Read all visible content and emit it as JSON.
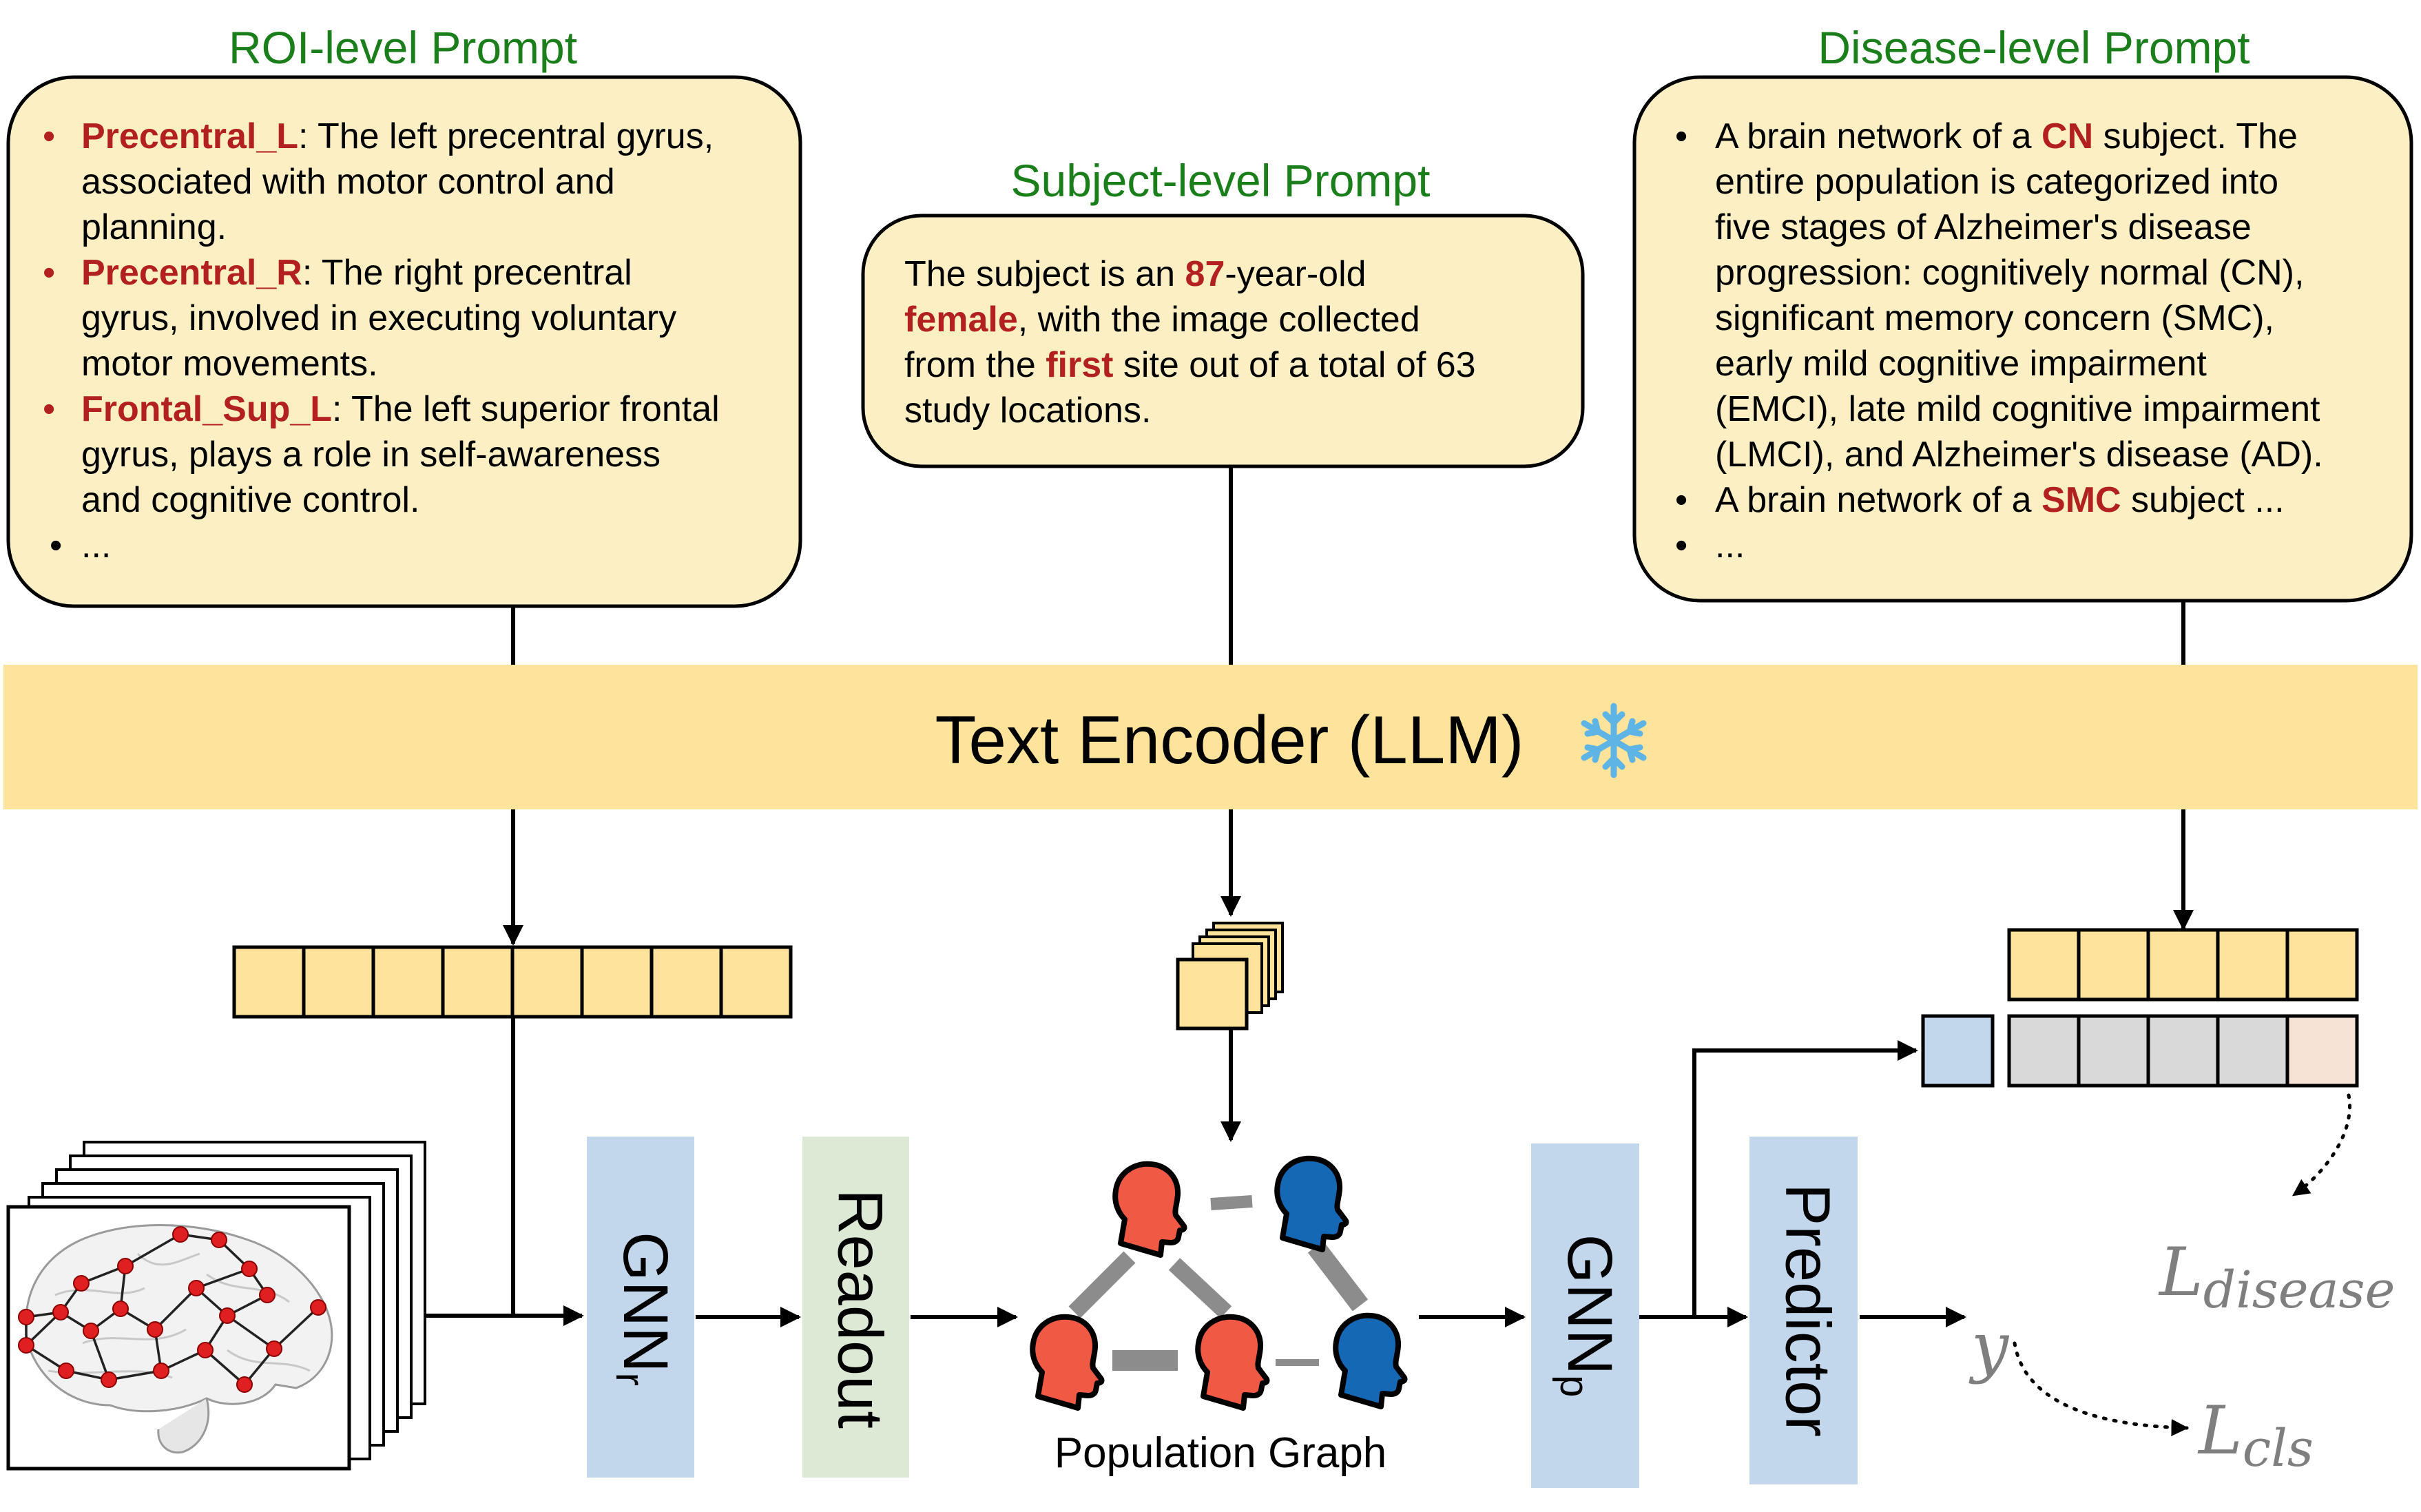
{
  "prompts": {
    "roi": {
      "title": "ROI-level Prompt",
      "items": [
        {
          "keyword": "Precentral_L",
          "rest": ": The left precentral gyrus,",
          "lines": [
            "associated with motor control and",
            "planning."
          ]
        },
        {
          "keyword": "Precentral_R",
          "rest": ": The right precentral",
          "lines": [
            "gyrus, involved in executing voluntary",
            "motor movements."
          ]
        },
        {
          "keyword": "Frontal_Sup_L",
          "rest": ": The left superior frontal",
          "lines": [
            "gyrus, plays a role in self-awareness",
            "and cognitive control."
          ]
        },
        {
          "keyword": "",
          "rest": "...",
          "lines": []
        }
      ]
    },
    "subject": {
      "title": "Subject-level Prompt",
      "line1": {
        "a": "The subject is an ",
        "b": "87",
        "c": "-year-old"
      },
      "line2": {
        "a": "female",
        "b": ", with the image collected"
      },
      "line3": {
        "a": "from the ",
        "b": "first",
        "c": " site out of a total of 63"
      },
      "line4": "study locations."
    },
    "disease": {
      "title": "Disease-level Prompt",
      "item1_line1": {
        "a": "A brain network of a ",
        "b": "CN",
        "c": " subject. The"
      },
      "item1_lines": [
        "entire population is categorized into",
        "five stages of Alzheimer's disease",
        "progression: cognitively normal (CN),",
        "significant memory concern (SMC),",
        "early mild cognitive impairment",
        "(EMCI), late mild cognitive impairment",
        "(LMCI), and Alzheimer's disease (AD)."
      ],
      "item2": {
        "a": "A brain network of a ",
        "b": "SMC",
        "c": " subject ..."
      },
      "item3": "..."
    }
  },
  "encoder": {
    "label": "Text Encoder (LLM)",
    "icon": "snowflake-icon"
  },
  "modules": {
    "gnn_r": {
      "main": "GNN",
      "sub": "r"
    },
    "readout": "Readout",
    "gnn_p": {
      "main": "GNN",
      "sub": "p"
    },
    "predictor": "Predictor"
  },
  "population_graph": {
    "label": "Population Graph"
  },
  "losses": {
    "disease": {
      "main": "L",
      "sub": "disease"
    },
    "y": "y",
    "cls": {
      "main": "L",
      "sub": "cls"
    }
  },
  "colors": {
    "green_title": "#1a7f1a",
    "keyword_red": "#b22020",
    "prompt_fill": "#fdefc4",
    "encoder_fill": "#fde49a",
    "embed_fill": "#fde49a",
    "gnn_fill": "#c2d6ec",
    "readout_fill": "#dbe9d5",
    "gray_cell": "#d9d9d9",
    "peach_cell": "#f6e3d6",
    "person_red": "#f05a45",
    "person_blue": "#1468b4",
    "loss_gray": "#7f7f7f"
  }
}
